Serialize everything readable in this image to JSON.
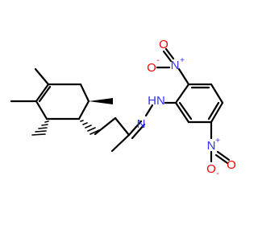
{
  "molecule": {
    "atoms": {
      "nitro_a_n": "N",
      "nitro_a_charge": "+",
      "nitro_a_o_double": "O",
      "nitro_a_o_single": "O",
      "nitro_a_o_charge": "-",
      "nitro_b_n": "N",
      "nitro_b_charge": "+",
      "nitro_b_o_double": "O",
      "nitro_b_o_single": "O",
      "nitro_b_o_charge": "-",
      "hydrazone_nh": "HN",
      "imine_n": "N"
    },
    "colors": {
      "bond": "#000000",
      "nitrogen": "#3333ff",
      "oxygen": "#ff0000",
      "background": "#ffffff"
    }
  }
}
